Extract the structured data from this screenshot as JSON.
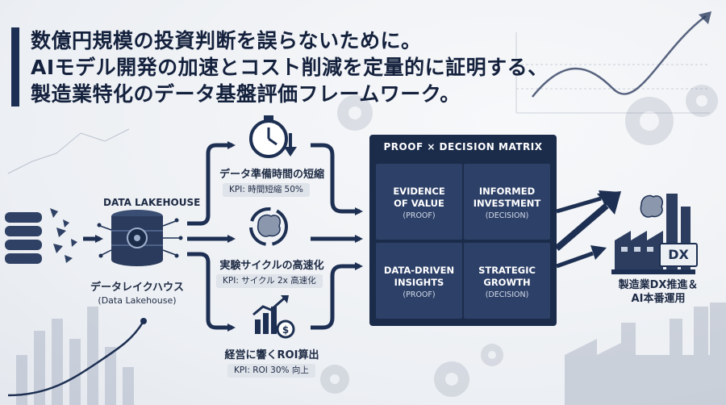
{
  "title": {
    "line1": "数億円規模の投資判断を誤らないために。",
    "line2": "AIモデル開発の加速とコスト削減を定量的に証明する、",
    "line3": "製造業特化のデータ基盤評価フレームワーク。"
  },
  "lakehouse": {
    "label_top": "DATA LAKEHOUSE",
    "label_jp": "データレイクハウス",
    "label_en": "(Data Lakehouse)"
  },
  "steps": [
    {
      "label": "データ準備時間の短縮",
      "kpi": "KPI: 時間短縮 50%",
      "icon": "stopwatch-icon"
    },
    {
      "label": "実験サイクルの高速化",
      "kpi": "KPI: サイクル 2x 高速化",
      "icon": "brain-cycle-icon"
    },
    {
      "label": "経営に響くROI算出",
      "kpi": "KPI: ROI 30% 向上",
      "icon": "roi-chart-icon"
    }
  ],
  "matrix": {
    "title": "PROOF × DECISION MATRIX",
    "cells": [
      {
        "title_l1": "EVIDENCE",
        "title_l2": "OF VALUE",
        "sub": "(PROOF)"
      },
      {
        "title_l1": "INFORMED",
        "title_l2": "INVESTMENT",
        "sub": "(DECISION)"
      },
      {
        "title_l1": "DATA-DRIVEN",
        "title_l2": "INSIGHTS",
        "sub": "(PROOF)"
      },
      {
        "title_l1": "STRATEGIC",
        "title_l2": "GROWTH",
        "sub": "(DECISION)"
      }
    ]
  },
  "outcome": {
    "badge": "DX",
    "label_l1": "製造業DX推進＆",
    "label_l2": "AI本番運用",
    "icon": "factory-icon"
  },
  "colors": {
    "navy": "#1b2c4b",
    "cell": "#2d4068",
    "arrow": "#1d2f52",
    "background": "#eceff3"
  }
}
